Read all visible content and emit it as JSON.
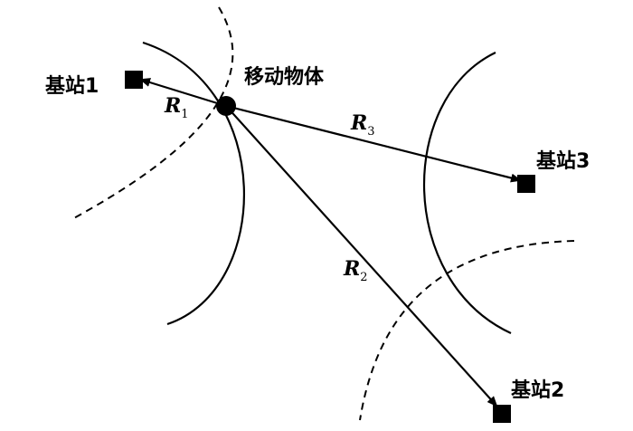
{
  "object": {
    "label": "移动物体",
    "color": "#000000"
  },
  "stations": [
    {
      "id": "station-1",
      "label": "基站1"
    },
    {
      "id": "station-2",
      "label": "基站2"
    },
    {
      "id": "station-3",
      "label": "基站3"
    }
  ],
  "ranges": [
    {
      "id": "r1",
      "symbol": "R",
      "subscript": "1"
    },
    {
      "id": "r2",
      "symbol": "R",
      "subscript": "2"
    },
    {
      "id": "r3",
      "symbol": "R",
      "subscript": "3"
    }
  ],
  "colors": {
    "stroke": "#000000",
    "background": "#ffffff"
  }
}
